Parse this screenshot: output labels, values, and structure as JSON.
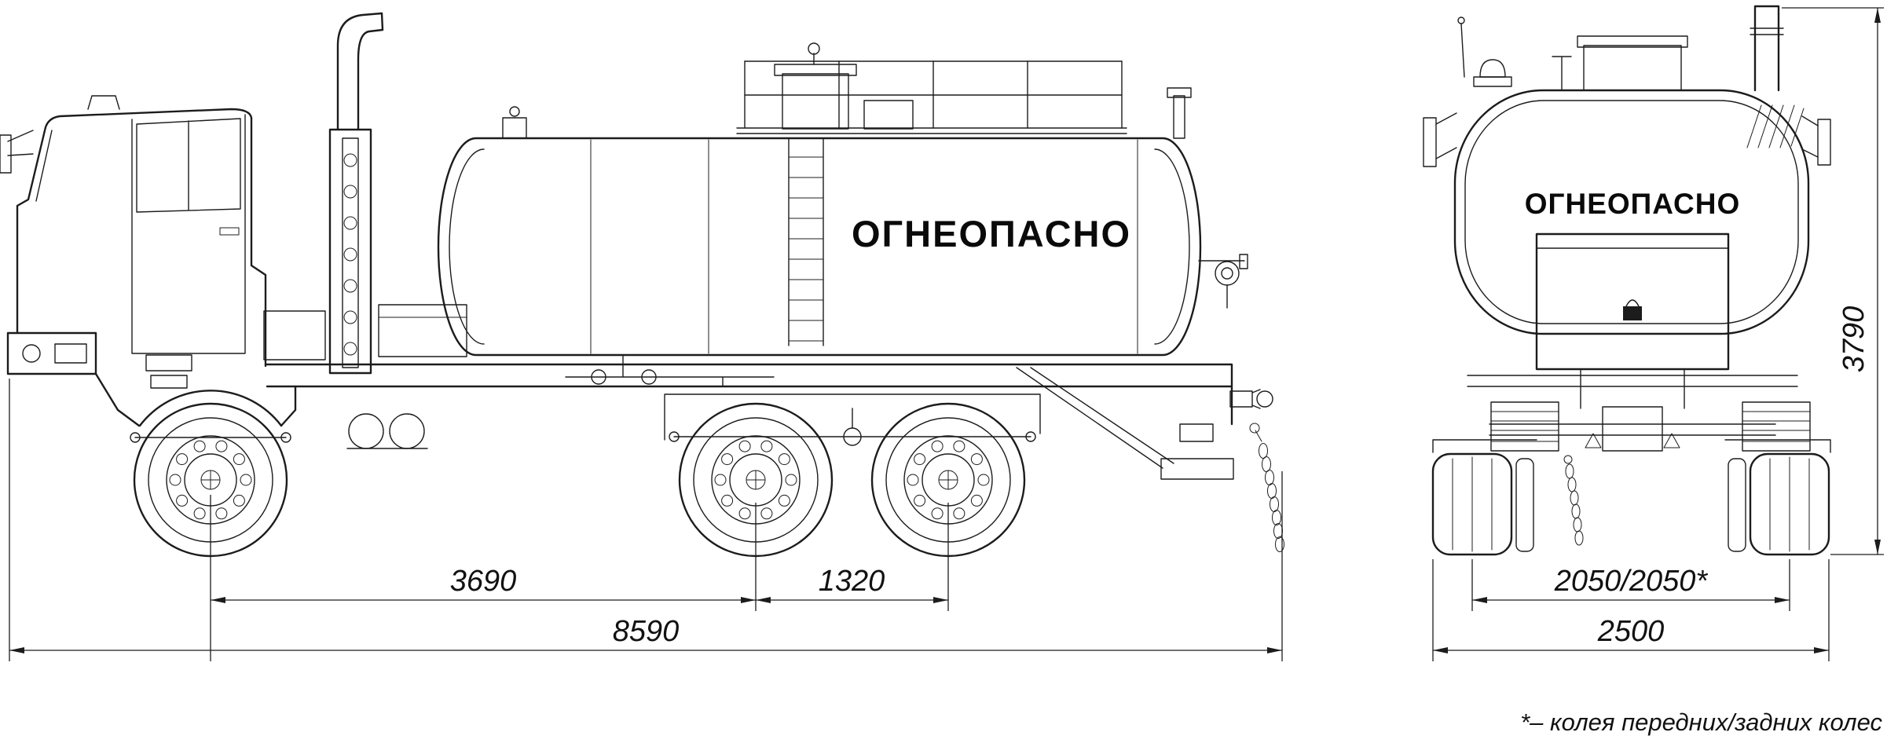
{
  "side_view": {
    "tank_label": "ОГНЕОПАСНО",
    "dim_front_to_mid_axle": "3690",
    "dim_mid_to_rear_axle": "1320",
    "dim_overall_length": "8590"
  },
  "front_view": {
    "tank_label": "ОГНЕОПАСНО",
    "dim_track": "2050/2050*",
    "dim_overall_width": "2500",
    "dim_overall_height": "3790"
  },
  "footnote": "*– колея передних/задних колес",
  "colors": {
    "line": "#1c1c1c",
    "background": "#ffffff"
  }
}
